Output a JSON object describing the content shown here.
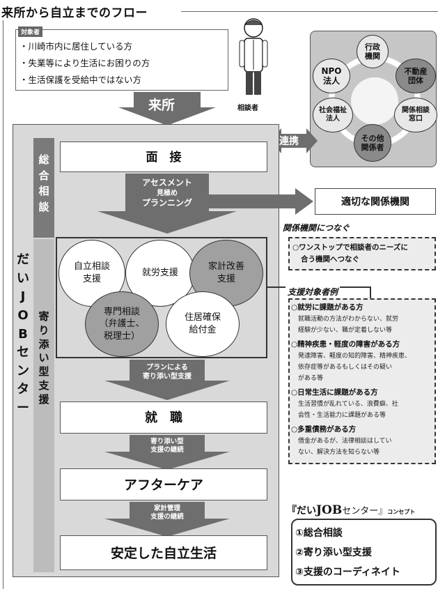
{
  "header": {
    "title": "来所から自立までのフロー"
  },
  "target": {
    "tag": "対象者",
    "items": [
      "・川崎市内に居住している方",
      "・失業等により生活にお困りの方",
      "・生活保護を受給中ではない方"
    ]
  },
  "consultant_label": "相談者",
  "arrival_label": "来所",
  "network": {
    "center": "",
    "nodes": {
      "top": [
        "行政",
        "機関"
      ],
      "top_right": [
        "不動産",
        "団体"
      ],
      "right": [
        "関係相談",
        "窓口"
      ],
      "bottom_right": [
        "その他",
        "関係者"
      ],
      "left": [
        "社会福祉",
        "法人"
      ],
      "top_left": [
        "NPO",
        "法人"
      ]
    }
  },
  "link_label": "連携",
  "center_name": [
    "だ",
    "い",
    "J",
    "O",
    "B",
    "セ",
    "ン",
    "タ",
    "ー"
  ],
  "sections": {
    "sogo": [
      "総",
      "合",
      "相",
      "談"
    ],
    "yorisoi": [
      "寄",
      "り",
      "添",
      "い",
      "型",
      "支",
      "援"
    ]
  },
  "interview": "面　接",
  "assessment": [
    "アセスメント",
    "見極め",
    "プランニング"
  ],
  "appropriate_org": "適切な関係機関",
  "connect": {
    "title": "関係機関につなぐ",
    "text": [
      "○ワンストップで相談者のニーズに",
      "合う機関へつなぐ"
    ]
  },
  "support_circles": {
    "jiritsu": [
      "自立相談",
      "支援"
    ],
    "shuro": [
      "就労支援"
    ],
    "kakei": [
      "家計改善",
      "支援"
    ],
    "senmon": [
      "専門相談",
      "（弁護士、",
      "税理士）"
    ],
    "jukyo": [
      "住居確保",
      "給付金"
    ]
  },
  "plan_arrow": [
    "プランによる",
    "寄り添い型支援"
  ],
  "employment": "就　職",
  "continue1": [
    "寄り添い型",
    "支援の継続"
  ],
  "aftercare": "アフターケア",
  "continue2": [
    "家計管理",
    "支援の継続"
  ],
  "independent": "安定した自立生活",
  "support_examples": {
    "title": "支援対象者例",
    "groups": [
      {
        "head": "○就労に課題がある方",
        "body": [
          "就職活動の方法がわからない、就労",
          "経験が少ない、職が定着しない等"
        ]
      },
      {
        "head": "○精神疾患・軽度の障害がある方",
        "body": [
          "発達障害、軽度の知的障害、精神疾患、",
          "依存症等があるもしくはその疑い",
          "がある等"
        ]
      },
      {
        "head": "○日常生活に課題がある方",
        "body": [
          "生活習慣が乱れている、浪費癖、社",
          "会性・生活能力に課題がある等"
        ]
      },
      {
        "head": "○多重債務がある方",
        "body": [
          "借金があるが、法律相談はしてい",
          "ない、解決方法を知らない等"
        ]
      }
    ]
  },
  "concept": {
    "title_prefix": "『だい",
    "title_brand": "JOB",
    "title_mid": "センター』",
    "title_suffix": "コンセプト",
    "items": [
      "①総合相談",
      "②寄り添い型支援",
      "③支援のコーディネイト"
    ]
  }
}
